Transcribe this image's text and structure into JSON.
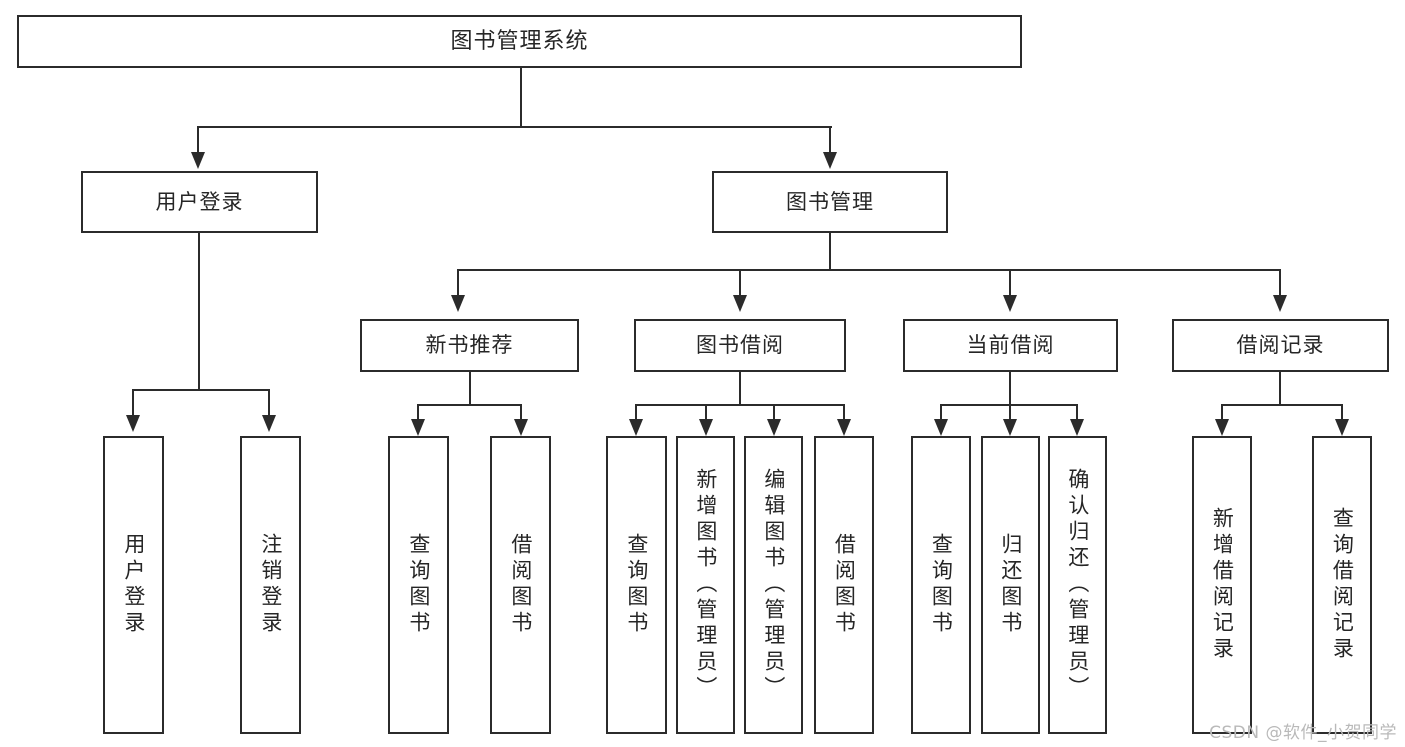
{
  "diagram": {
    "title": "图书管理系统",
    "type": "hierarchy-tree",
    "levels": 4,
    "root": {
      "label": "图书管理系统"
    },
    "level2": [
      {
        "label": "用户登录"
      },
      {
        "label": "图书管理"
      }
    ],
    "level3": [
      {
        "label": "新书推荐"
      },
      {
        "label": "图书借阅"
      },
      {
        "label": "当前借阅"
      },
      {
        "label": "借阅记录"
      }
    ],
    "leaves": {
      "user_login": [
        {
          "label": "用户登录"
        },
        {
          "label": "注销登录"
        }
      ],
      "new_book_recommend": [
        {
          "label": "查询图书"
        },
        {
          "label": "借阅图书"
        }
      ],
      "book_borrow": [
        {
          "label": "查询图书"
        },
        {
          "label": "新增图书（管理员）"
        },
        {
          "label": "编辑图书（管理员）"
        },
        {
          "label": "借阅图书"
        }
      ],
      "current_borrow": [
        {
          "label": "查询图书"
        },
        {
          "label": "归还图书"
        },
        {
          "label": "确认归还（管理员）"
        }
      ],
      "borrow_record": [
        {
          "label": "新增借阅记录"
        },
        {
          "label": "查询借阅记录"
        }
      ]
    }
  },
  "watermark": {
    "text": "CSDN @软件_小贺同学"
  },
  "colors": {
    "stroke": "#2b2b2b",
    "fill": "#ffffff",
    "text": "#262626",
    "watermark": "#b9b9b9"
  }
}
